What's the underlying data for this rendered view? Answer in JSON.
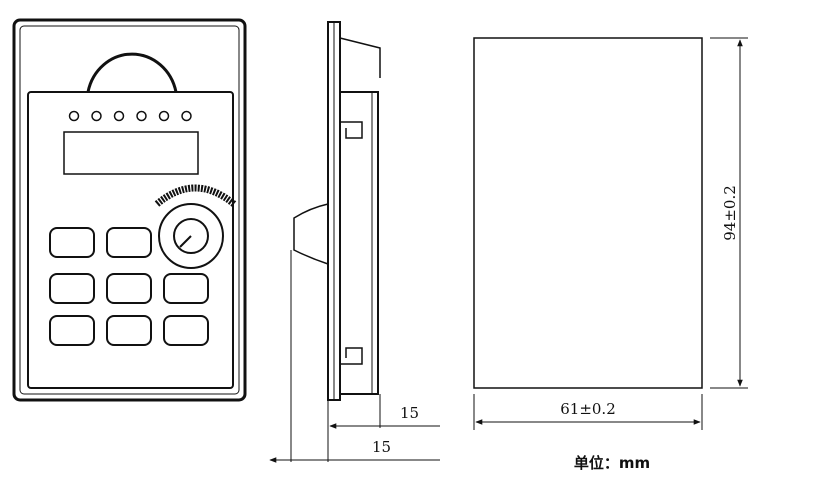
{
  "dimensions": {
    "height": "94±0.2",
    "width": "61±0.2",
    "depth_top": "15",
    "depth_bottom": "15"
  },
  "unit_label": "单位：mm",
  "keypad": {
    "led_count": 6,
    "key_rows": 3,
    "key_cols": 3
  }
}
